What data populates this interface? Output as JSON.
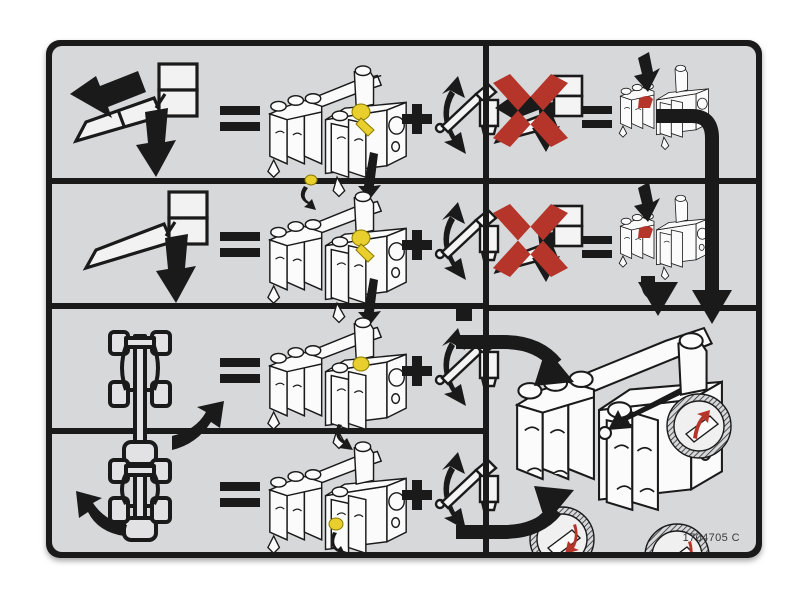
{
  "label": {
    "type": "equipment-instruction-decal",
    "part_number": "1704705 C",
    "background_color": "#d7d8da",
    "border_color": "#1a1a1a",
    "accent_red": "#b5352a",
    "accent_yellow": "#e8cf2e",
    "line_color": "#1a1a1a",
    "layout": "4 rows left column, 2 prohibition cells + 1 large detail cell right column"
  },
  "rows": [
    {
      "id": "row-1",
      "left": {
        "symbol": "boom-lever-tilt-left",
        "description": "Control lever tilted back-left with down arrow and left arrow",
        "equals_sign": "=",
        "result": "valve-bank-assembly",
        "plus_sign": "+",
        "extra": "joystick-lever-double-arrow-up-down",
        "highlight_color": "#e8cf2e"
      },
      "right": {
        "symbol": "prohibited-lever-tilt",
        "cross_color": "#b5352a",
        "equals_sign": "=",
        "result": "valve-bank-wrong-highlight",
        "highlight_color": "#b5352a"
      }
    },
    {
      "id": "row-2",
      "left": {
        "symbol": "boom-lever-tilt-down",
        "description": "Control lever tilted with single down arrow",
        "equals_sign": "=",
        "result": "valve-bank-assembly",
        "plus_sign": "+",
        "extra": "joystick-lever-double-arrow-up-down",
        "highlight_color": "#e8cf2e"
      },
      "right": {
        "symbol": "prohibited-lever-tilt",
        "cross_color": "#b5352a",
        "equals_sign": "=",
        "result": "valve-bank-wrong-highlight",
        "highlight_color": "#b5352a"
      }
    },
    {
      "id": "row-3",
      "left": {
        "symbol": "chassis-axle-top-view-steer-right",
        "description": "Chassis top view with curved arrow to the right",
        "equals_sign": "=",
        "result": "valve-bank-assembly",
        "plus_sign": "+",
        "extra": "joystick-lever-double-arrow-up-down"
      }
    },
    {
      "id": "row-4",
      "left": {
        "symbol": "chassis-axle-top-view-steer-left",
        "description": "Chassis top view with curved arrow to the left",
        "equals_sign": "=",
        "result": "valve-bank-assembly",
        "plus_sign": "+",
        "extra": "joystick-lever-double-arrow-up-down"
      }
    }
  ],
  "detail_panel": {
    "id": "detail-large",
    "description": "Enlarged valve bank assembly with three magnified callouts",
    "callouts": [
      {
        "name": "magnifier-top",
        "arrow_color": "#b5352a",
        "arrow_direction": "up"
      },
      {
        "name": "magnifier-left",
        "arrow_color": "#b5352a",
        "arrow_direction": "down"
      },
      {
        "name": "magnifier-bottom",
        "arrow_color": "#b5352a",
        "arrow_direction": "down"
      }
    ],
    "pointer_arrow": "diagonal-arrow-to-valve"
  },
  "flow_arrows": [
    {
      "name": "flow-arrow-right-down-outer",
      "path": "row1-right to detail panel, right then down"
    },
    {
      "name": "flow-arrow-down-inner",
      "path": "row2-right down into detail panel"
    },
    {
      "name": "flow-arrow-curve-top",
      "path": "left rows curve right into detail panel"
    },
    {
      "name": "flow-arrow-curve-bottom",
      "path": "bottom left curve right into detail panel"
    }
  ]
}
